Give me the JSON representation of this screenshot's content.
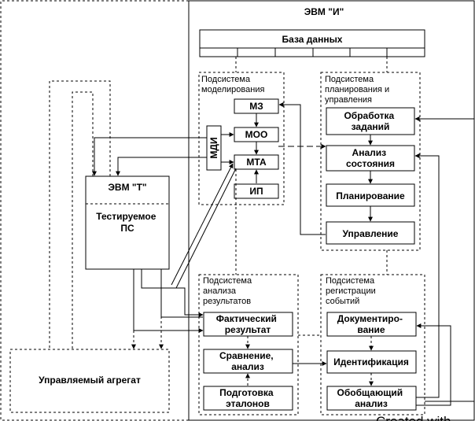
{
  "evm_i": {
    "title": "ЭВМ \"И\""
  },
  "database": {
    "title": "База данных"
  },
  "modeling": {
    "heading": [
      "Подсистема",
      "моделирования"
    ],
    "mz": "МЗ",
    "moo": "МОО",
    "mta": "МТА",
    "ip": "ИП",
    "mdi": "МДИ"
  },
  "planning": {
    "heading": [
      "Подсистема",
      "планирования и",
      "управления"
    ],
    "tasks": [
      "Обработка",
      "заданий"
    ],
    "state": [
      "Анализ",
      "состояния"
    ],
    "plan": "Планирование",
    "control": "Управление"
  },
  "evm_t": {
    "title": "ЭВМ \"Т\"",
    "body": [
      "Тестируемое",
      "ПС"
    ]
  },
  "aggregate": {
    "label": "Управляемый агрегат"
  },
  "analysis": {
    "heading": [
      "Подсистема",
      "анализа",
      "результатов"
    ],
    "actual": [
      "Фактический",
      "результат"
    ],
    "compare": [
      "Сравнение,",
      "анализ"
    ],
    "reference": [
      "Подготовка",
      "эталонов"
    ]
  },
  "events": {
    "heading": [
      "Подсистема",
      "регистрации",
      "событий"
    ],
    "doc": [
      "Документиро-",
      "вание"
    ],
    "ident": "Идентификация",
    "summary": [
      "Обобщающий",
      "анализ"
    ]
  },
  "watermark": "Created with"
}
